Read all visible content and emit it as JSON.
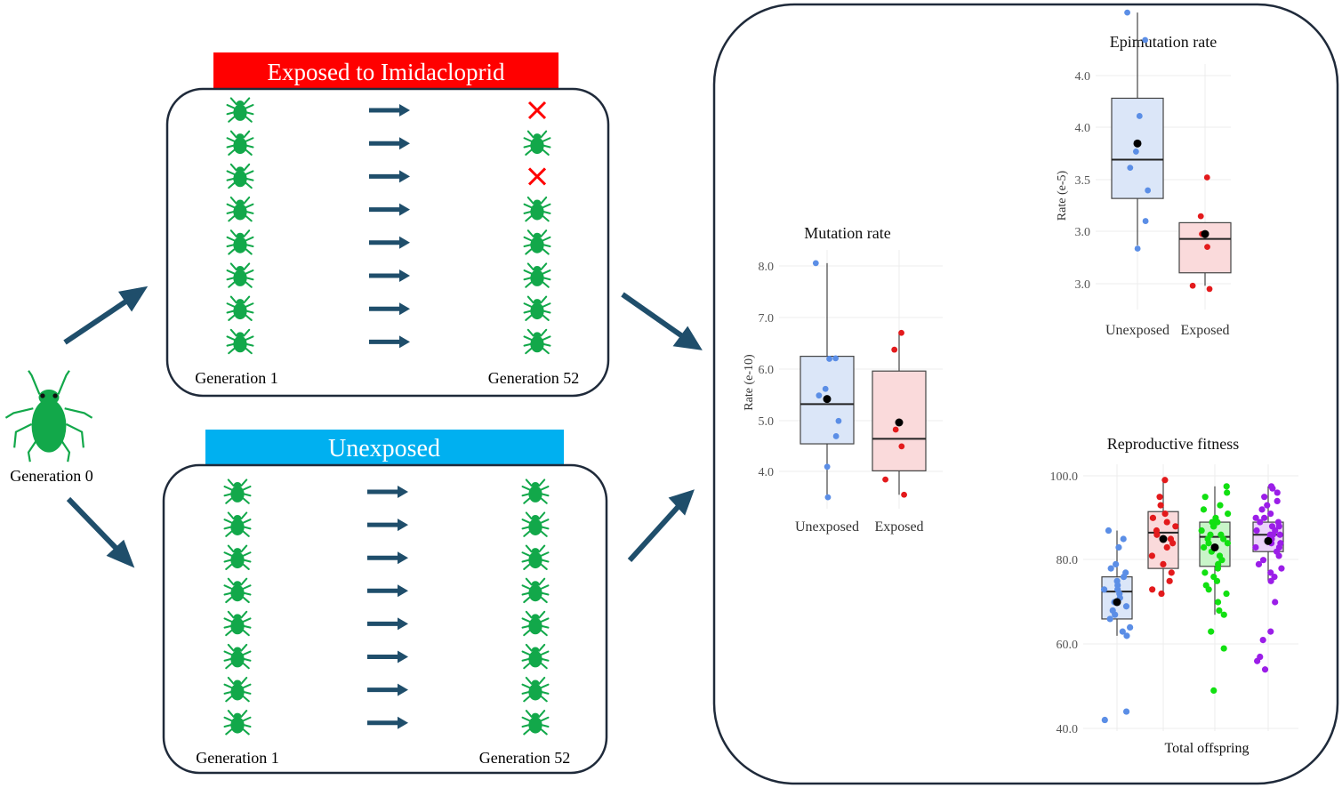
{
  "gen0": {
    "label": "Generation 0"
  },
  "exposed": {
    "title": "Exposed to Imidacloprid",
    "gen1_label": "Generation 1",
    "gen52_label": "Generation 52",
    "title_color": "#ff0000",
    "outcomes": [
      "dead",
      "alive",
      "dead",
      "alive",
      "alive",
      "alive",
      "alive",
      "alive"
    ]
  },
  "unexposed": {
    "title": "Unexposed",
    "gen1_label": "Generation 1",
    "gen52_label": "Generation 52",
    "title_color": "#00b0f0",
    "outcomes": [
      "alive",
      "alive",
      "alive",
      "alive",
      "alive",
      "alive",
      "alive",
      "alive"
    ]
  },
  "colors": {
    "aphid": "#12a84a",
    "arrow": "#1f4e6b",
    "unexposed": "#5b8ee6",
    "exposed": "#e31a1c",
    "green_group": "#11e011",
    "purple_group": "#9b1ee8"
  },
  "chart_data": [
    {
      "type": "box",
      "title": "Mutation rate",
      "ylabel": "Rate (e-10)",
      "yticks": [
        "4.0",
        "5.0",
        "6.0",
        "7.0",
        "8.0"
      ],
      "ylim": [
        3.4,
        8.1
      ],
      "categories": [
        "Unexposed",
        "Exposed"
      ],
      "boxes": [
        {
          "q1": 4.5,
          "median": 5.28,
          "q3": 6.22,
          "whisker_low": 3.45,
          "whisker_high": 8.05,
          "mean": 5.38
        },
        {
          "q1": 3.97,
          "median": 4.6,
          "q3": 5.93,
          "whisker_low": 3.5,
          "whisker_high": 6.68,
          "mean": 4.92
        }
      ],
      "points": [
        [
          8.05,
          6.18,
          6.17,
          5.58,
          5.45,
          4.95,
          4.65,
          4.05,
          3.45
        ],
        [
          6.68,
          6.35,
          4.78,
          4.45,
          3.8,
          3.5
        ]
      ]
    },
    {
      "type": "box",
      "title": "Epimutation rate",
      "ylabel": "Rate (e-5)",
      "yticks": [
        "3.0",
        "3.0",
        "3.5",
        "4.0",
        "4.0"
      ],
      "ylim": [
        2.73,
        4.1
      ],
      "categories": [
        "Unexposed",
        "Exposed"
      ],
      "boxes": [
        {
          "q1": 3.34,
          "median": 3.58,
          "q3": 3.96,
          "whisker_low": 3.05,
          "whisker_high": 4.49,
          "mean": 3.68
        },
        {
          "q1": 2.88,
          "median": 3.09,
          "q3": 3.19,
          "whisker_low": 2.8,
          "whisker_high": 3.19,
          "mean": 3.12
        }
      ],
      "points": [
        [
          4.49,
          4.32,
          3.85,
          3.63,
          3.53,
          3.39,
          3.2,
          3.03
        ],
        [
          3.47,
          3.23,
          3.12,
          3.04,
          2.8,
          2.78
        ]
      ]
    },
    {
      "type": "box",
      "title": "Reproductive fitness",
      "xlabel": "Total offspring",
      "yticks": [
        "40.0",
        "60.0",
        "80.0",
        "100.0"
      ],
      "ylim": [
        40,
        100
      ],
      "categories": [
        "",
        "",
        "",
        ""
      ],
      "boxes": [
        {
          "q1": 66,
          "median": 72.5,
          "q3": 76,
          "whisker_low": 62,
          "whisker_high": 87,
          "mean": 70
        },
        {
          "q1": 78,
          "median": 86.5,
          "q3": 91.5,
          "whisker_low": 72,
          "whisker_high": 99,
          "mean": 85
        },
        {
          "q1": 78.5,
          "median": 85.5,
          "q3": 89,
          "whisker_low": 67,
          "whisker_high": 97.5,
          "mean": 83
        },
        {
          "q1": 82,
          "median": 86,
          "q3": 89,
          "whisker_low": 75,
          "whisker_high": 97.5,
          "mean": 84.5
        }
      ],
      "points": [
        [
          87,
          85,
          83,
          79,
          78,
          77,
          76,
          75,
          74,
          73,
          73,
          72,
          71,
          70,
          69,
          68,
          67,
          66,
          64,
          63,
          62,
          44,
          42
        ],
        [
          99,
          95,
          93,
          91,
          90,
          89,
          88,
          87,
          86,
          85,
          84,
          83,
          81,
          79,
          77,
          75,
          73,
          72
        ],
        [
          97.5,
          96,
          95,
          93,
          92,
          91,
          90,
          89,
          89,
          88,
          88,
          87,
          86,
          86,
          85,
          85,
          84,
          84,
          83,
          83,
          82,
          81,
          80,
          79,
          78,
          77,
          76,
          75,
          74,
          73,
          72,
          70,
          68,
          67,
          63,
          59,
          49
        ],
        [
          97.5,
          97,
          96,
          95,
          94,
          93,
          92,
          91,
          90,
          90,
          89,
          89,
          88,
          88,
          87,
          87,
          86,
          86,
          86,
          85,
          85,
          84,
          84,
          83,
          83,
          82,
          81,
          80,
          79,
          78,
          77,
          76,
          75,
          70,
          63,
          61,
          57,
          56,
          54
        ]
      ]
    }
  ]
}
